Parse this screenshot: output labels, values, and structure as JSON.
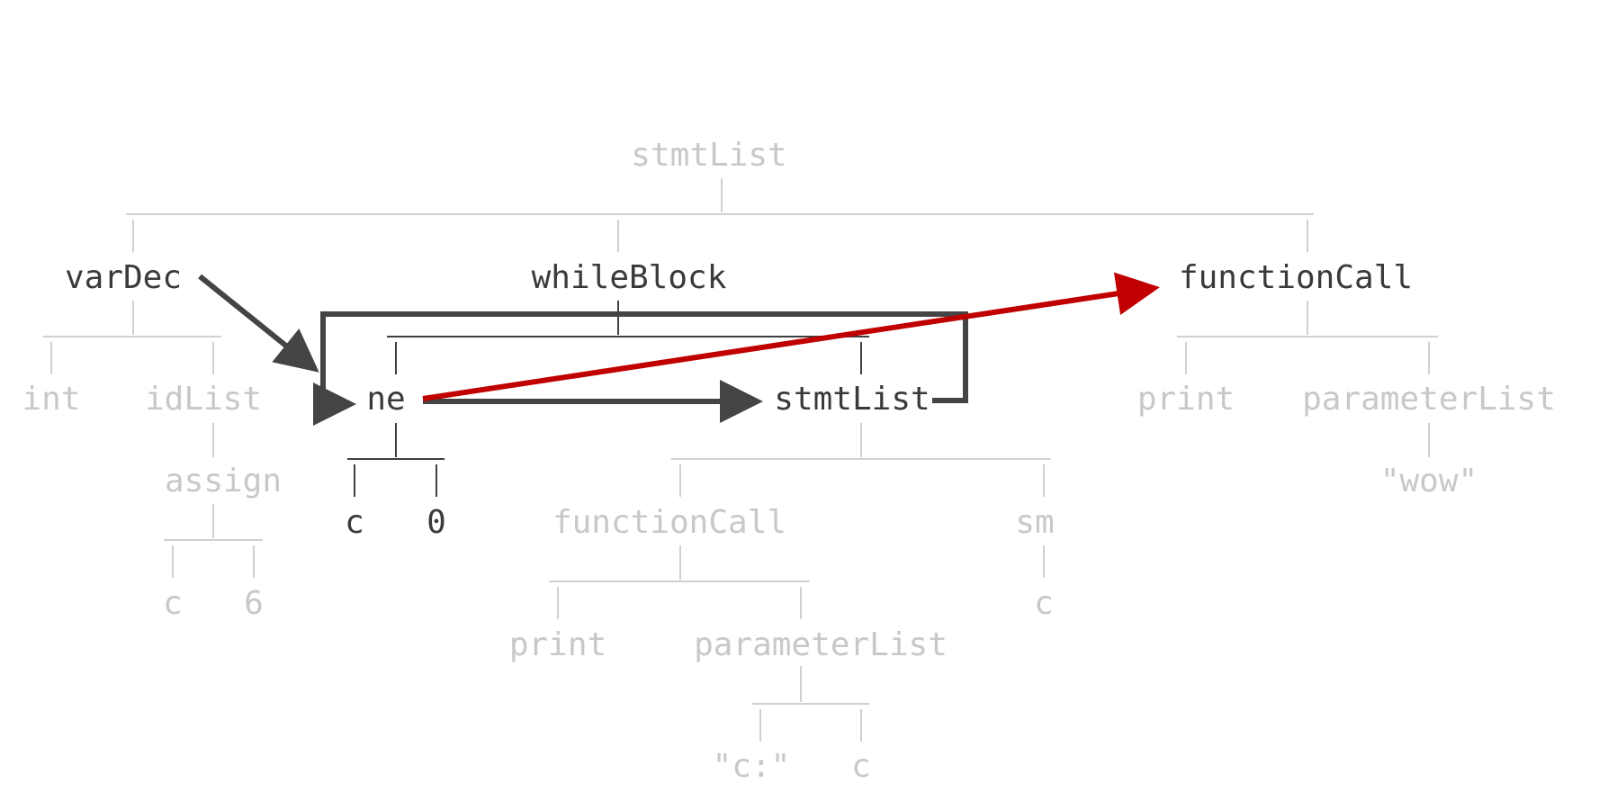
{
  "colors": {
    "faded_text": "#c8c8c8",
    "highlight_text": "#3a3a3a",
    "flow_arrow": "#444444",
    "red_arrow": "#c00000"
  },
  "nodes": {
    "root": "stmtList",
    "var_dec": "varDec",
    "int": "int",
    "id_list": "idList",
    "assign": "assign",
    "assign_c": "c",
    "assign_6": "6",
    "while_block": "whileBlock",
    "ne": "ne",
    "ne_c": "c",
    "ne_0": "0",
    "inner_stmt_list": "stmtList",
    "inner_function_call": "functionCall",
    "inner_print": "print",
    "inner_parameter_list": "parameterList",
    "inner_param_str": "\"c:\"",
    "inner_param_c": "c",
    "sm": "sm",
    "sm_c": "c",
    "function_call": "functionCall",
    "print": "print",
    "parameter_list": "parameterList",
    "param_wow": "\"wow\""
  }
}
